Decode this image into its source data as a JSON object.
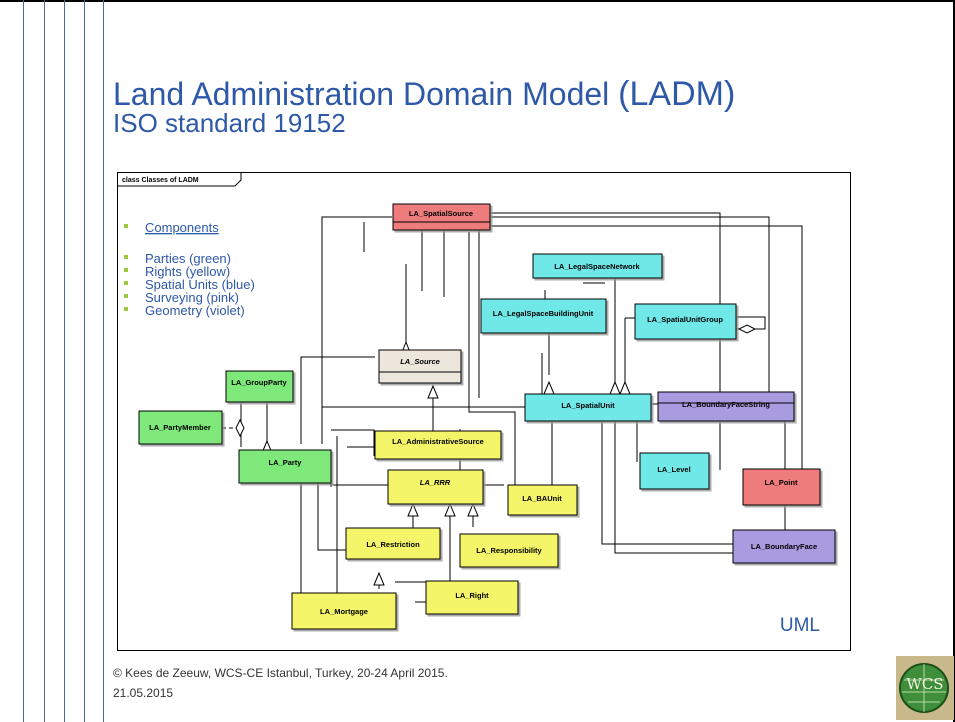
{
  "slide": {
    "title": "Land Administration Domain Model",
    "title_acronym": "(LADM)",
    "subtitle": "ISO standard 19152",
    "footer_credit": "© Kees de Zeeuw, WCS-CE Istanbul, Turkey, 20-24 April 2015.",
    "footer_date": "21.05.2015",
    "logo_text": "WCS"
  },
  "diagram": {
    "frame_label": "class Classes of LADM",
    "corner_label": "UML",
    "legend": {
      "heading": "Components",
      "items": [
        "Parties (green)",
        "Rights (yellow)",
        "Spatial Units (blue)",
        "Surveying (pink)",
        "Geometry (violet)"
      ]
    },
    "classes": {
      "spatial_source": "LA_SpatialSource",
      "legal_space_network": "LA_LegalSpaceNetwork",
      "legal_space_building_unit": "LA_LegalSpaceBuildingUnit",
      "spatial_unit_group": "LA_SpatialUnitGroup",
      "source": "LA_Source",
      "group_party": "LA_GroupParty",
      "party_member": "LA_PartyMember",
      "party": "LA_Party",
      "administrative_source": "LA_AdministrativeSource",
      "rrr": "LA_RRR",
      "spatial_unit": "LA_SpatialUnit",
      "boundary_face_string": "LA_BoundaryFaceString",
      "level": "LA_Level",
      "point": "LA_Point",
      "ba_unit": "LA_BAUnit",
      "restriction": "LA_Restriction",
      "responsibility": "LA_Responsibility",
      "mortgage": "LA_Mortgage",
      "right": "LA_Right",
      "boundary_face": "LA_BoundaryFace"
    },
    "colors": {
      "parties": "#7ee87a",
      "rights": "#f5f56a",
      "spatial_units": "#6fe8e8",
      "surveying": "#ee7b7b",
      "geometry": "#a99be0",
      "source": "#ece6dc"
    }
  }
}
